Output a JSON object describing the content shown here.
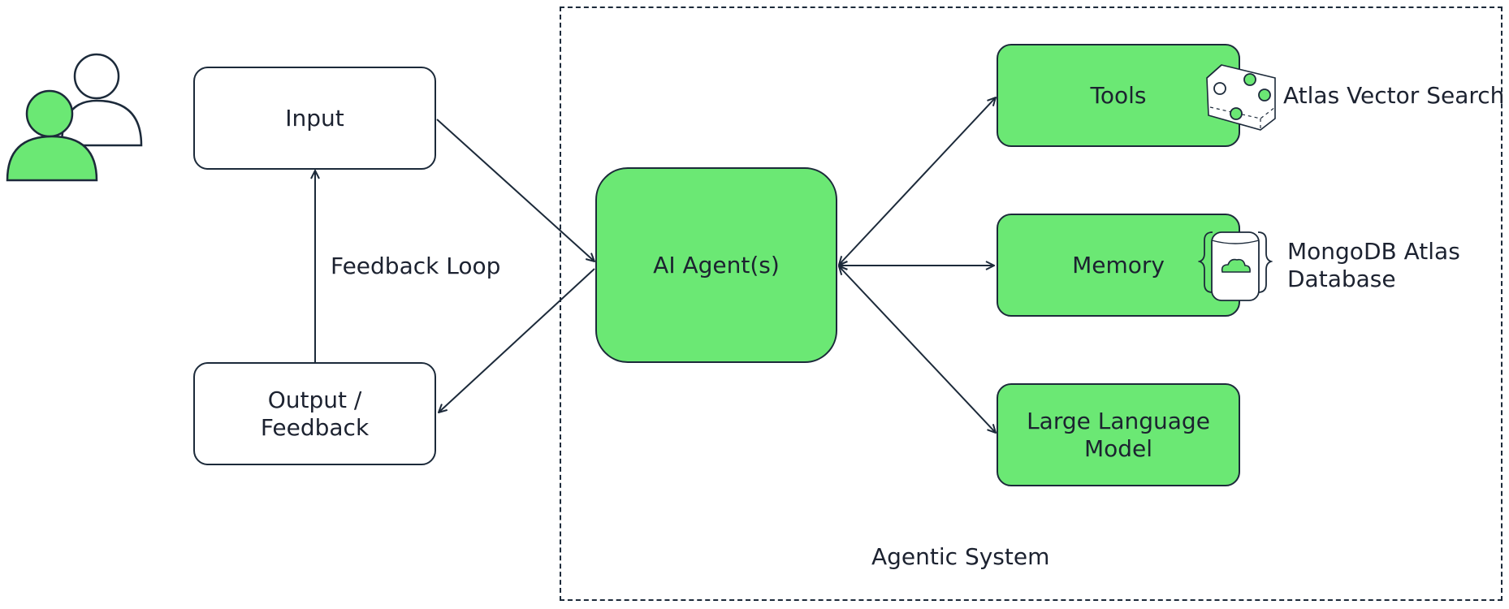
{
  "diagram": {
    "nodes": {
      "input": "Input",
      "output": "Output / Feedback",
      "agent": "AI Agent(s)",
      "tools": "Tools",
      "memory": "Memory",
      "llm": "Large Language Model"
    },
    "labels": {
      "feedback_loop": "Feedback Loop",
      "system": "Agentic System",
      "vector_search": "Atlas Vector Search",
      "database": "MongoDB Atlas Database"
    },
    "icons": [
      "users-icon",
      "vector-cube-icon",
      "cloud-database-icon"
    ],
    "colors": {
      "accent_green": "#6be874",
      "stroke": "#1c2a3a"
    }
  }
}
